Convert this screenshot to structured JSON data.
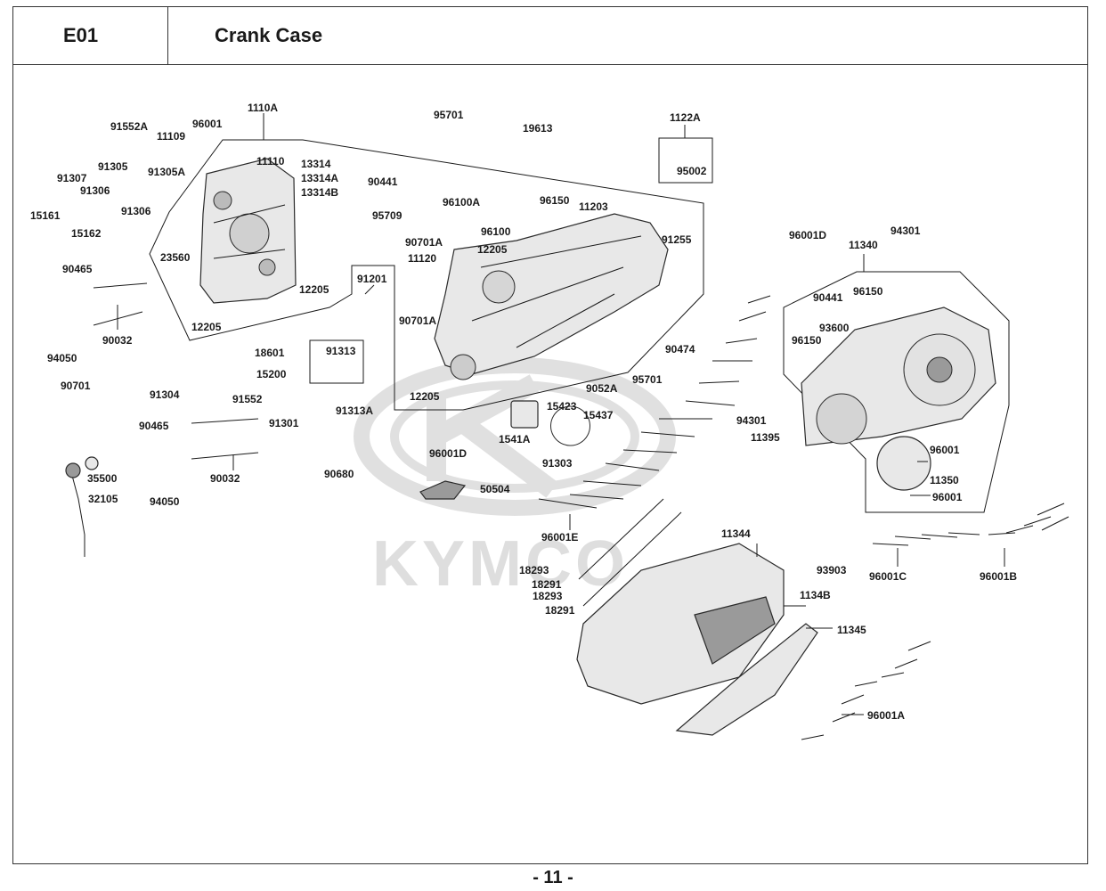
{
  "header": {
    "section_code": "E01",
    "title": "Crank Case"
  },
  "watermark": {
    "text": "KYMCO"
  },
  "page_number": "- 11 -",
  "callouts": [
    {
      "id": "c1110a",
      "text": "1110A"
    },
    {
      "id": "c91552a",
      "text": "91552A"
    },
    {
      "id": "c96001",
      "text": "96001"
    },
    {
      "id": "c11109",
      "text": "11109"
    },
    {
      "id": "c91305",
      "text": "91305"
    },
    {
      "id": "c91305a",
      "text": "91305A"
    },
    {
      "id": "c11110",
      "text": "11110"
    },
    {
      "id": "c91307",
      "text": "91307"
    },
    {
      "id": "c91306a",
      "text": "91306"
    },
    {
      "id": "c15161",
      "text": "15161"
    },
    {
      "id": "c91306b",
      "text": "91306"
    },
    {
      "id": "c15162",
      "text": "15162"
    },
    {
      "id": "c13314",
      "text": "13314"
    },
    {
      "id": "c13314a",
      "text": "13314A"
    },
    {
      "id": "c13314b",
      "text": "13314B"
    },
    {
      "id": "c90441a",
      "text": "90441"
    },
    {
      "id": "c95709",
      "text": "95709"
    },
    {
      "id": "c95701a",
      "text": "95701"
    },
    {
      "id": "c19613",
      "text": "19613"
    },
    {
      "id": "c1122a",
      "text": "1122A"
    },
    {
      "id": "c95002",
      "text": "95002"
    },
    {
      "id": "c96100a",
      "text": "96100A"
    },
    {
      "id": "c96150a",
      "text": "96150"
    },
    {
      "id": "c96100",
      "text": "96100"
    },
    {
      "id": "c11203",
      "text": "11203"
    },
    {
      "id": "c90701a",
      "text": "90701A"
    },
    {
      "id": "c12205a",
      "text": "12205"
    },
    {
      "id": "c11120",
      "text": "11120"
    },
    {
      "id": "c91255",
      "text": "91255"
    },
    {
      "id": "c23560",
      "text": "23560"
    },
    {
      "id": "c12205b",
      "text": "12205"
    },
    {
      "id": "c12205c",
      "text": "12205"
    },
    {
      "id": "c91201",
      "text": "91201"
    },
    {
      "id": "c90701a2",
      "text": "90701A"
    },
    {
      "id": "c90465a",
      "text": "90465"
    },
    {
      "id": "c90032a",
      "text": "90032"
    },
    {
      "id": "c94050a",
      "text": "94050"
    },
    {
      "id": "c18601",
      "text": "18601"
    },
    {
      "id": "c91313",
      "text": "91313"
    },
    {
      "id": "c15200",
      "text": "15200"
    },
    {
      "id": "c12205d",
      "text": "12205"
    },
    {
      "id": "c90701",
      "text": "90701"
    },
    {
      "id": "c91304",
      "text": "91304"
    },
    {
      "id": "c91552",
      "text": "91552"
    },
    {
      "id": "c91301",
      "text": "91301"
    },
    {
      "id": "c91313a",
      "text": "91313A"
    },
    {
      "id": "c90465b",
      "text": "90465"
    },
    {
      "id": "c90032b",
      "text": "90032"
    },
    {
      "id": "c94050b",
      "text": "94050"
    },
    {
      "id": "c35500",
      "text": "35500"
    },
    {
      "id": "c32105",
      "text": "32105"
    },
    {
      "id": "c90680",
      "text": "90680"
    },
    {
      "id": "c90474",
      "text": "90474"
    },
    {
      "id": "c95701b",
      "text": "95701"
    },
    {
      "id": "c9052a",
      "text": "9052A"
    },
    {
      "id": "c15423",
      "text": "15423"
    },
    {
      "id": "c15437",
      "text": "15437"
    },
    {
      "id": "c1541a",
      "text": "1541A"
    },
    {
      "id": "c96001d1",
      "text": "96001D"
    },
    {
      "id": "c91303",
      "text": "91303"
    },
    {
      "id": "c50504",
      "text": "50504"
    },
    {
      "id": "c96001e",
      "text": "96001E"
    },
    {
      "id": "c96001d2",
      "text": "96001D"
    },
    {
      "id": "c94301a",
      "text": "94301"
    },
    {
      "id": "c11340",
      "text": "11340"
    },
    {
      "id": "c90441b",
      "text": "90441"
    },
    {
      "id": "c96150b",
      "text": "96150"
    },
    {
      "id": "c93600",
      "text": "93600"
    },
    {
      "id": "c96150c",
      "text": "96150"
    },
    {
      "id": "c94301b",
      "text": "94301"
    },
    {
      "id": "c11395",
      "text": "11395"
    },
    {
      "id": "c96001b",
      "text": "96001"
    },
    {
      "id": "c11350",
      "text": "11350"
    },
    {
      "id": "c96001c",
      "text": "96001"
    },
    {
      "id": "c11344",
      "text": "11344"
    },
    {
      "id": "c18293a",
      "text": "18293"
    },
    {
      "id": "c18291a",
      "text": "18291"
    },
    {
      "id": "c18293b",
      "text": "18293"
    },
    {
      "id": "c18291b",
      "text": "18291"
    },
    {
      "id": "c1134b",
      "text": "1134B"
    },
    {
      "id": "c11345",
      "text": "11345"
    },
    {
      "id": "c93903",
      "text": "93903"
    },
    {
      "id": "c96001cc",
      "text": "96001C"
    },
    {
      "id": "c96001bb",
      "text": "96001B"
    },
    {
      "id": "c96001aa",
      "text": "96001A"
    }
  ]
}
